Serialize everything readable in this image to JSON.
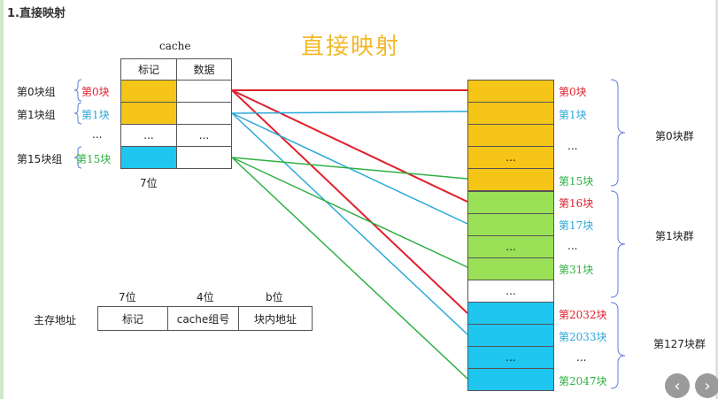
{
  "section_title": "1.直接映射",
  "main_title": "直接映射",
  "cache": {
    "label": "cache",
    "col_tag": "标记",
    "col_data": "数据",
    "ellipsis": "...",
    "bits_label": "7位",
    "rows": [
      {
        "group": "第0块组",
        "line": "第0块"
      },
      {
        "group": "第1块组",
        "line": "第1块"
      },
      {
        "group": "...",
        "line": ""
      },
      {
        "group": "第15块组",
        "line": "第15块"
      }
    ]
  },
  "memory": {
    "ellipsis": "...",
    "blocks": [
      "第0块",
      "第1块",
      "...",
      "第15块",
      "第16块",
      "第17块",
      "...",
      "第31块",
      "第2032块",
      "第2033块",
      "...",
      "第2047块"
    ],
    "groups": [
      "第0块群",
      "第1块群",
      "第127块群"
    ],
    "colors": {
      "group0": "#f5c518",
      "group1": "#9be157",
      "group127": "#1ec6f0"
    }
  },
  "address": {
    "label": "主存地址",
    "fields": [
      {
        "bits": "7位",
        "name": "标记"
      },
      {
        "bits": "4位",
        "name": "cache组号"
      },
      {
        "bits": "b位",
        "name": "块内地址"
      }
    ]
  },
  "line_colors": {
    "red": "#e0202c",
    "blue": "#2aa8d8",
    "green": "#2fb043"
  }
}
